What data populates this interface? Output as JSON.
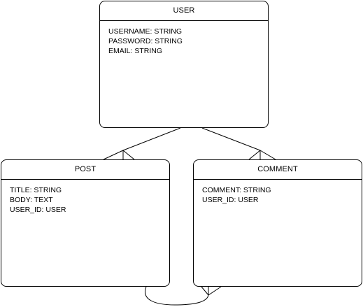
{
  "entities": {
    "user": {
      "title": "USER",
      "fields": [
        "USERNAME: STRING",
        "PASSWORD: STRING",
        "EMAIL: STRING"
      ]
    },
    "post": {
      "title": "POST",
      "fields": [
        "TITLE: STRING",
        "BODY: TEXT",
        "USER_ID: USER"
      ]
    },
    "comment": {
      "title": "COMMENT",
      "fields": [
        "COMMENT: STRING",
        "USER_ID: USER"
      ]
    }
  },
  "relationships": [
    {
      "from": "user",
      "to": "post",
      "from_cardinality": "one",
      "to_cardinality": "many"
    },
    {
      "from": "user",
      "to": "comment",
      "from_cardinality": "one",
      "to_cardinality": "many"
    },
    {
      "from": "post",
      "to": "comment",
      "from_cardinality": "one",
      "to_cardinality": "many"
    }
  ],
  "colors": {
    "stroke": "#000000",
    "background": "#ffffff"
  }
}
